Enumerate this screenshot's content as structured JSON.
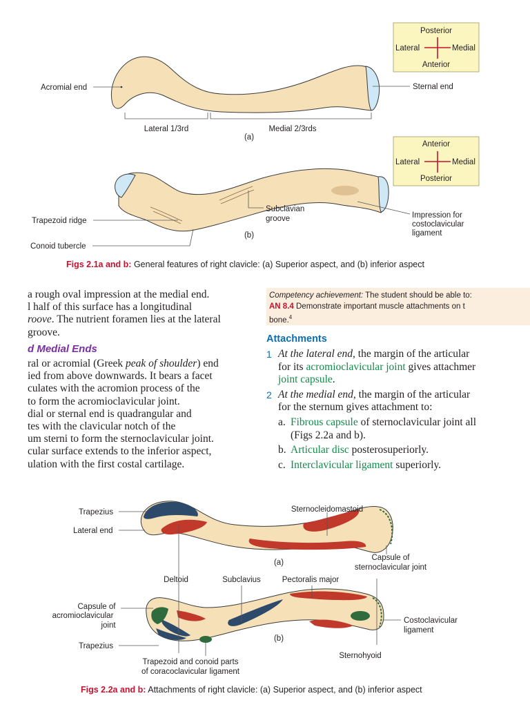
{
  "colors": {
    "bone": "#f6e0b8",
    "bone_outline": "#3a3a3a",
    "cartilage": "#cfe8f5",
    "orientation_box": "#fbf5c0",
    "red_muscle": "#c0392b",
    "blue_muscle": "#2e4a6b",
    "green_muscle": "#2f6b3c",
    "caption_red": "#c4122f",
    "heading_blue": "#0b6db3",
    "green_link": "#128a4a",
    "purple_heading": "#7b2fa0"
  },
  "fig1": {
    "top": {
      "labels": {
        "acromial_end": "Acromial end",
        "sternal_end": "Sternal end",
        "lateral_third": "Lateral 1/3rd",
        "medial_two_thirds": "Medial 2/3rds",
        "panel": "(a)"
      },
      "orientation": {
        "top": "Posterior",
        "left": "Lateral",
        "right": "Medial",
        "bottom": "Anterior"
      }
    },
    "bottom": {
      "labels": {
        "trapezoid_ridge": "Trapezoid ridge",
        "conoid_tubercle": "Conoid tubercle",
        "subclavian_groove_1": "Subclavian",
        "subclavian_groove_2": "groove",
        "impression_1": "Impression for",
        "impression_2": "costoclavicular",
        "impression_3": "ligament",
        "panel": "(b)"
      },
      "orientation": {
        "top": "Anterior",
        "left": "Lateral",
        "right": "Medial",
        "bottom": "Posterior"
      }
    },
    "caption_label": "Figs 2.1a and b:",
    "caption_text": " General features of right clavicle: (a) Superior aspect, and (b) inferior aspect"
  },
  "left_text": {
    "lines_top": [
      "a rough oval impression at the medial end.",
      "l half of this surface has a longitudinal"
    ],
    "line3_italic": "roove",
    "line3_rest": ". The nutrient foramen lies at the lateral",
    "line4": "groove.",
    "heading": "d Medial Ends",
    "line5_pre": "ral or acromial (Greek ",
    "line5_italic": "peak of shoulder",
    "line5_post": ") end",
    "lines_rest": [
      "ied from above downwards. It bears a facet",
      "culates with the acromion process of the",
      "to form the acromioclavicular joint.",
      "dial or sternal end is quadrangular and",
      "tes with the clavicular notch of the",
      "um sterni to form the sternoclavicular joint.",
      "cular surface extends to the inferior aspect,",
      "ulation with the first costal cartilage."
    ]
  },
  "competency": {
    "label": "Competency achievement:",
    "text": " The student should be able to:",
    "code": "AN 8.4",
    "desc": " Demonstrate important muscle attachments on t",
    "desc2": "bone.",
    "sup": "4"
  },
  "attachments": {
    "title": "Attachments",
    "item1": {
      "num": "1",
      "italic": "At the lateral end,",
      "rest": " the margin of the articular",
      "line2_pre": "for its ",
      "line2_link": "acromioclavicular joint",
      "line2_post": " gives attachmer",
      "line3_link": "joint capsule",
      "line3_post": "."
    },
    "item2": {
      "num": "2",
      "italic": "At the medial end,",
      "rest": " the margin of the articular",
      "line2": "for the sternum gives attachment to:",
      "subs": [
        {
          "letter": "a.",
          "link": "Fibrous capsule",
          "rest": " of sternoclavicular joint all"
        },
        {
          "letter": "",
          "link": "",
          "rest": "(Figs 2.2a and b)."
        },
        {
          "letter": "b.",
          "link": "Articular disc",
          "rest": " posterosuperiorly."
        },
        {
          "letter": "c.",
          "link": "Interclavicular ligament",
          "rest": " superiorly."
        }
      ]
    }
  },
  "fig2": {
    "labels": {
      "trapezius_top": "Trapezius",
      "lateral_end": "Lateral end",
      "sternocleidomastoid": "Sternocleidomastoid",
      "panel_a": "(a)",
      "capsule_scj_1": "Capsule of",
      "capsule_scj_2": "sternoclavicular joint",
      "deltoid": "Deltoid",
      "subclavius": "Subclavius",
      "pectoralis_major": "Pectoralis major",
      "capsule_acj_1": "Capsule of",
      "capsule_acj_2": "acromioclavicular",
      "capsule_acj_3": "joint",
      "trapezius_bottom": "Trapezius",
      "panel_b": "(b)",
      "costoclavicular_1": "Costoclavicular",
      "costoclavicular_2": "ligament",
      "sternohyoid": "Sternohyoid",
      "trapezoid_1": "Trapezoid and conoid parts",
      "trapezoid_2": "of coracoclavicular ligament"
    },
    "caption_label": "Figs 2.2a and b:",
    "caption_text": " Attachments of right clavicle: (a) Superior aspect, and (b) inferior aspect"
  }
}
